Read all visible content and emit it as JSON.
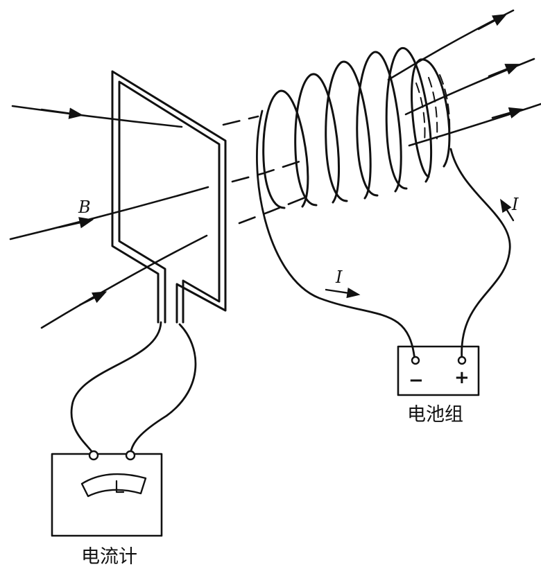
{
  "labels": {
    "field_symbol": "B",
    "current_label_left": "I",
    "current_label_right": "I",
    "battery_caption": "电池组",
    "meter_caption": "电流计",
    "battery_minus": "−",
    "battery_plus": "+"
  },
  "icons": {
    "field_line": "arrow-line",
    "coil": "solenoid-coil",
    "loop": "rectangular-wire-loop",
    "battery": "battery-box",
    "meter": "galvanometer-dial"
  },
  "colors": {
    "ink": "#111111",
    "background": "#ffffff"
  }
}
